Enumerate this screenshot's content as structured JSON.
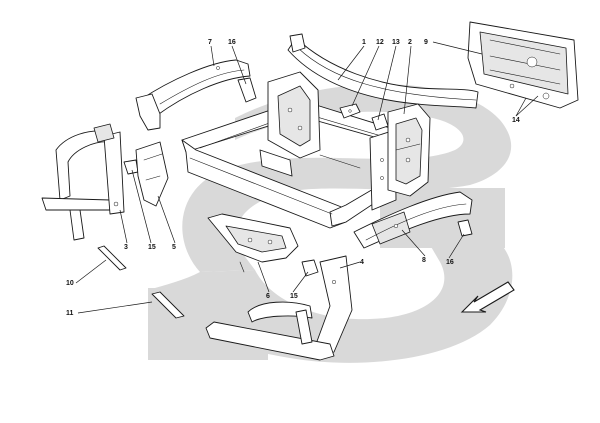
{
  "callouts": [
    {
      "id": "1",
      "text": "1"
    },
    {
      "id": "12",
      "text": "12"
    },
    {
      "id": "13",
      "text": "13"
    },
    {
      "id": "2",
      "text": "2"
    },
    {
      "id": "9",
      "text": "9"
    },
    {
      "id": "7",
      "text": "7"
    },
    {
      "id": "16a",
      "text": "16"
    },
    {
      "id": "14",
      "text": "14"
    },
    {
      "id": "3",
      "text": "3"
    },
    {
      "id": "15a",
      "text": "15"
    },
    {
      "id": "5",
      "text": "5"
    },
    {
      "id": "10",
      "text": "10"
    },
    {
      "id": "11",
      "text": "11"
    },
    {
      "id": "6",
      "text": "6"
    },
    {
      "id": "15b",
      "text": "15"
    },
    {
      "id": "4",
      "text": "4"
    },
    {
      "id": "8",
      "text": "8"
    },
    {
      "id": "16b",
      "text": "16"
    }
  ],
  "colors": {
    "watermark": "#d9d9d9",
    "line": "#1a1a1a"
  },
  "icons": {
    "direction": "arrow-down-left-icon"
  }
}
